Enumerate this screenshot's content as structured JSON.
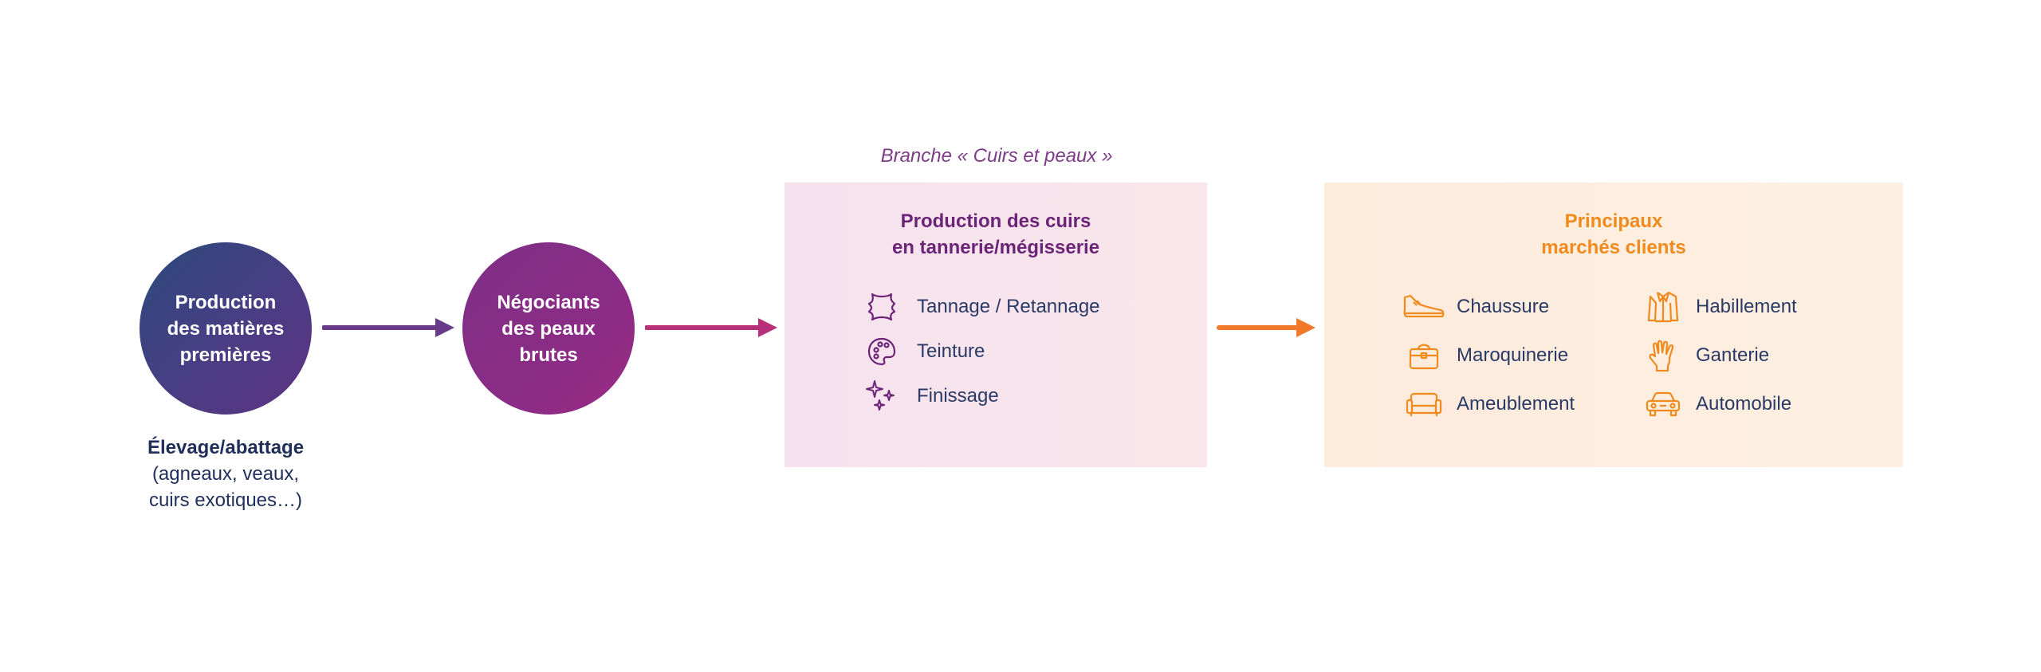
{
  "flow": {
    "node1": {
      "lines": [
        "Production",
        "des matières",
        "premières"
      ]
    },
    "node1_caption": {
      "bold": "Élevage/abattage",
      "lines": [
        "(agneaux, veaux,",
        "cuirs exotiques…)"
      ]
    },
    "node2": {
      "lines": [
        "Négociants",
        "des peaux",
        "brutes"
      ]
    }
  },
  "branch_label": "Branche « Cuirs et peaux »",
  "production_box": {
    "title_lines": [
      "Production des cuirs",
      "en tannerie/mégisserie"
    ],
    "items": [
      {
        "icon": "leather-hide-icon",
        "label": "Tannage / Retannage"
      },
      {
        "icon": "palette-icon",
        "label": "Teinture"
      },
      {
        "icon": "sparkles-icon",
        "label": "Finissage"
      }
    ]
  },
  "markets_box": {
    "title_lines": [
      "Principaux",
      "marchés clients"
    ],
    "items": [
      {
        "icon": "shoe-icon",
        "label": "Chaussure"
      },
      {
        "icon": "jacket-icon",
        "label": "Habillement"
      },
      {
        "icon": "handbag-icon",
        "label": "Maroquinerie"
      },
      {
        "icon": "glove-icon",
        "label": "Ganterie"
      },
      {
        "icon": "sofa-icon",
        "label": "Ameublement"
      },
      {
        "icon": "car-icon",
        "label": "Automobile"
      }
    ]
  },
  "colors": {
    "navy": "#1f2f5a",
    "purple": "#6b2478",
    "magenta": "#b8307a",
    "orange": "#f0781e",
    "arrow1": "#6a3a8a",
    "arrow2": "#b8307a",
    "arrow3": "#f07a2a"
  }
}
